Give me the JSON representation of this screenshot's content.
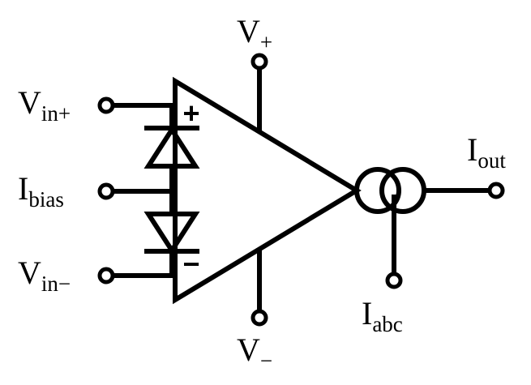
{
  "diagram": {
    "labels": {
      "v_plus": {
        "main": "V",
        "sub": "+"
      },
      "v_minus": {
        "main": "V",
        "sub": "−"
      },
      "v_in_plus": {
        "main": "V",
        "sub": "in+"
      },
      "v_in_minus": {
        "main": "V",
        "sub": "in−"
      },
      "i_bias": {
        "main": "I",
        "sub": "bias"
      },
      "i_out": {
        "main": "I",
        "sub": "out"
      },
      "i_abc": {
        "main": "I",
        "sub": "abc"
      }
    },
    "input_signs": {
      "plus": "+",
      "minus": "−"
    },
    "colors": {
      "stroke": "#000000",
      "background": "#ffffff"
    }
  }
}
